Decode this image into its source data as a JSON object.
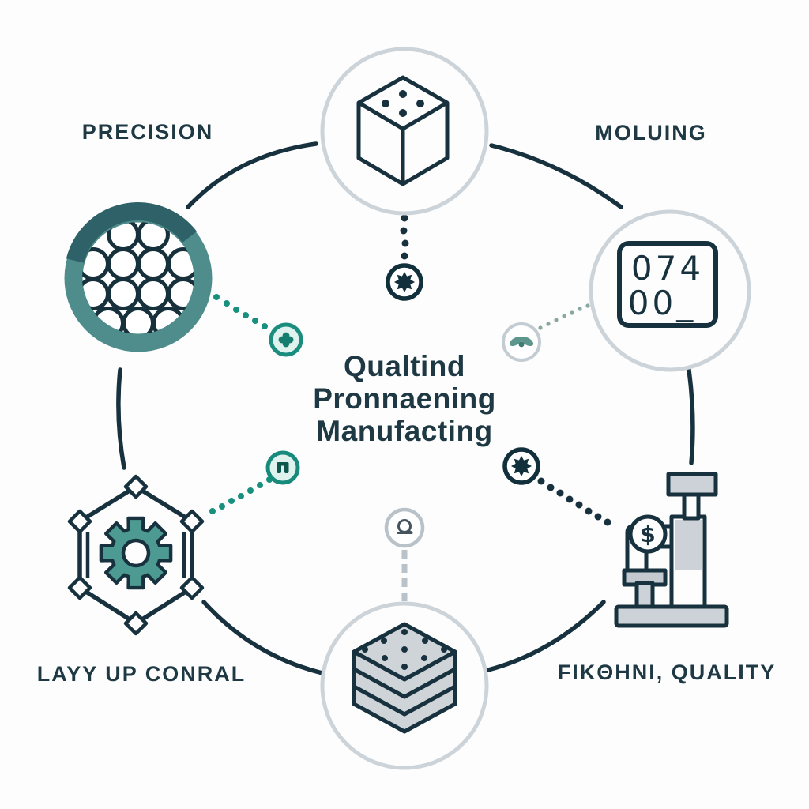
{
  "title": {
    "line1": "Qualtind",
    "line2": "Pronnaening",
    "line3": "Manufacting"
  },
  "labels": {
    "top_left": "PRECISION",
    "top_right": "MOLUING",
    "bottom_left": "LAYY UP CONRAL",
    "bottom_right": "FIKΘHNI, QUALITY"
  },
  "counter_display": {
    "line1": "074",
    "line2": "00_"
  },
  "cost_symbol": "$",
  "colors": {
    "ink": "#17323e",
    "teal_ring": "#4f8d8c",
    "teal_ring_dark": "#2e6168",
    "teal_accent": "#18907e",
    "gear_fill": "#4d9a93",
    "light_ring": "#ccd4da",
    "gray_fill": "#cdd2d8",
    "background": "#fdfdfd"
  },
  "icons": {
    "top_node": "cube-dots-icon",
    "right_node": "counter-display-icon",
    "left_node": "fiber-bundle-icon",
    "bottom_left_node": "gear-hexagon-icon",
    "bottom_node": "layer-stack-icon",
    "bottom_right_node": "microscope-cost-icon",
    "badges": [
      "gear-badge-icon",
      "clover-badge-icon",
      "leaf-badge-icon",
      "wrench-badge-icon",
      "gear-badge-icon",
      "bell-badge-icon"
    ]
  }
}
